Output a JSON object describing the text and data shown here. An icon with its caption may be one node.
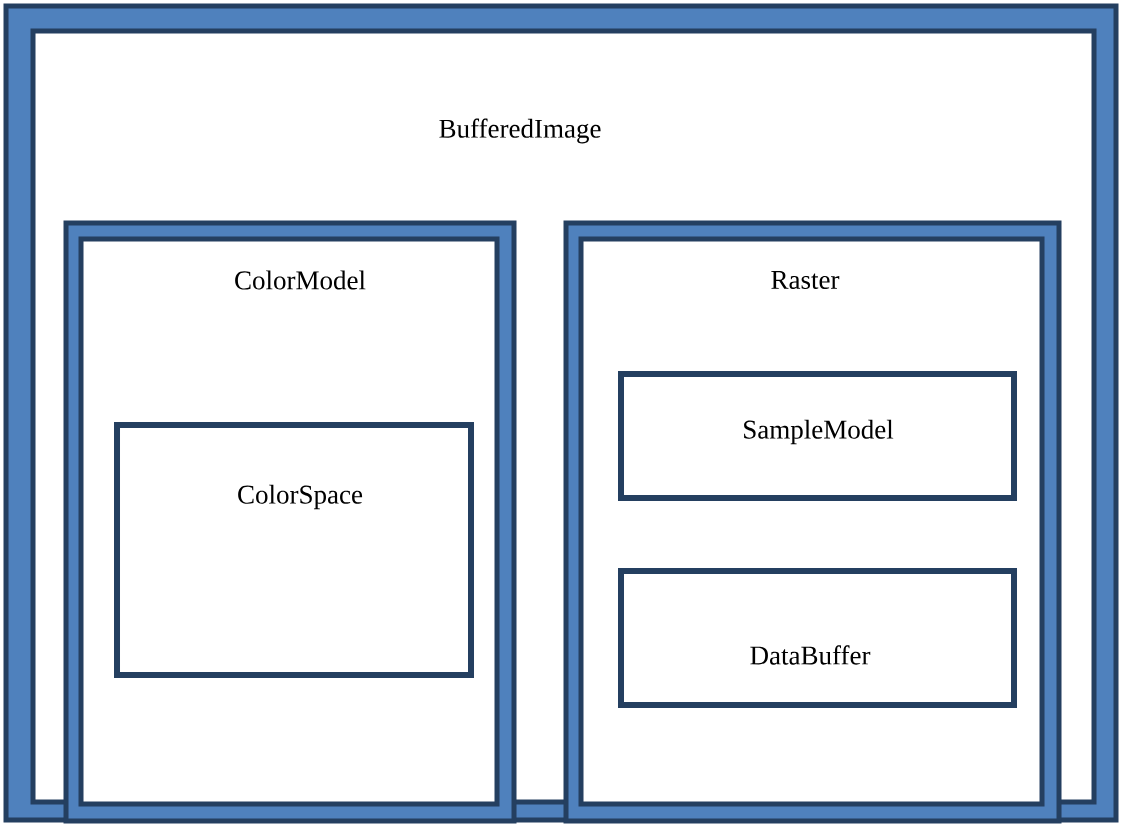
{
  "diagram": {
    "nodes": [
      {
        "text": [
          "BufferedImage"
        ]
      },
      {
        "text": [
          "ColorModel"
        ],
        "in": 0
      },
      {
        "text": [
          "ColorSpace"
        ],
        "in": 1
      },
      {
        "text": [
          "Raster"
        ],
        "in": 0
      },
      {
        "text": [
          "SampleModel"
        ],
        "in": 3
      },
      {
        "text": [
          "DataBuffer"
        ],
        "in": 3
      }
    ]
  }
}
